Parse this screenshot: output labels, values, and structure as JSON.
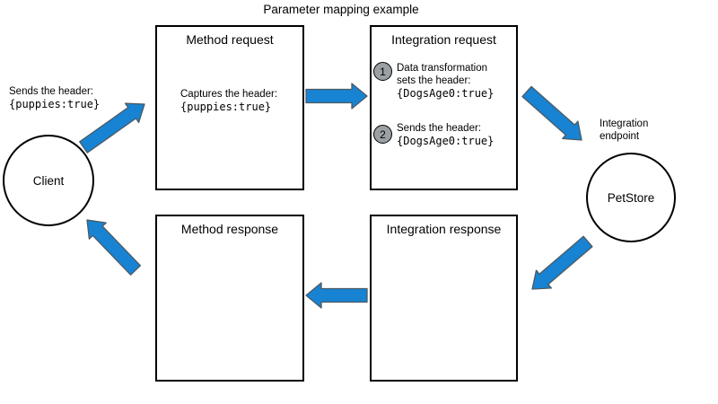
{
  "title": "Parameter mapping example",
  "colors": {
    "arrow": "#1783d2",
    "arrow_outline": "#4d5a63",
    "step_circle": "#9aa0a4"
  },
  "client": {
    "label": "Client",
    "annotation_text": "Sends the header:",
    "annotation_code": "{puppies:true}"
  },
  "endpoint": {
    "label": "PetStore",
    "annotation_line1": "Integration",
    "annotation_line2": "endpoint"
  },
  "boxes": {
    "method_request": {
      "title": "Method request",
      "body_text": "Captures the header:",
      "body_code": "{puppies:true}"
    },
    "integration_request": {
      "title": "Integration request",
      "steps": [
        {
          "num": "1",
          "line1": "Data transformation",
          "line2": "sets the header:",
          "code": "{DogsAge0:true}"
        },
        {
          "num": "2",
          "line1": "Sends the header:",
          "code": "{DogsAge0:true}"
        }
      ]
    },
    "method_response": {
      "title": "Method response"
    },
    "integration_response": {
      "title": "Integration response"
    }
  }
}
